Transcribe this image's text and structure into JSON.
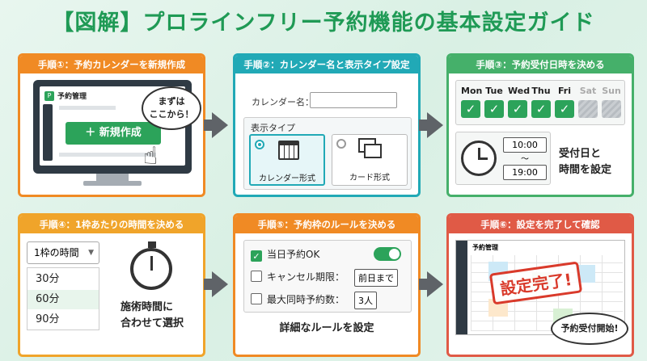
{
  "title": "【図解】プロラインフリー予約機能の基本設定ガイド",
  "step1": {
    "header": "手順①：予約カレンダーを新規作成",
    "app_name": "予約管理",
    "create_button": "＋ 新規作成",
    "bubble": "まずは\nここから！"
  },
  "step2": {
    "header": "手順②：カレンダー名と表示タイプ設定",
    "calendar_name_label": "カレンダー名：",
    "display_type_label": "表示タイプ",
    "calendar_format": "カレンダー形式",
    "card_format": "カード形式"
  },
  "step3": {
    "header": "手順③：予約受付日時を決める",
    "days": [
      "Mon",
      "Tue",
      "Wed",
      "Thu",
      "Fri",
      "Sat",
      "Sun"
    ],
    "day_checked": [
      true,
      true,
      true,
      true,
      true,
      false,
      false
    ],
    "time_start": "10:00",
    "time_sep": "〜",
    "time_end": "19:00",
    "caption": "受付日と\n時間を設定"
  },
  "step4": {
    "header": "手順④：1枠あたりの時間を決める",
    "select_label": "1枠の時間",
    "options": [
      "30分",
      "60分",
      "90分"
    ],
    "selected_option": "60分",
    "caption": "施術時間に\n合わせて選択"
  },
  "step5": {
    "header": "手順⑤：予約枠のルールを決める",
    "rule1": "当日予約OK",
    "rule2_label": "キャンセル期限：",
    "rule2_value": "前日まで",
    "rule3_label": "最大同時予約数：",
    "rule3_value": "3人",
    "caption": "詳細なルールを設定"
  },
  "step6": {
    "header": "手順⑥：設定を完了して確認",
    "app_name": "予約管理",
    "stamp": "設定完了!",
    "bubble": "予約受付開始!"
  },
  "colors": {
    "title": "#1f9a55",
    "step1": "#f08a24",
    "step2": "#21a9b6",
    "step3": "#45b06a",
    "step4": "#f0a42a",
    "step5": "#f08a24",
    "step6": "#e05a46",
    "accent_green": "#2ca35a",
    "stamp_red": "#d93a2b"
  },
  "icons": [
    "checkmark-icon",
    "clock-icon",
    "calendar-icon",
    "card-icon",
    "stopwatch-icon",
    "pointer-hand-icon",
    "arrow-right-icon"
  ]
}
